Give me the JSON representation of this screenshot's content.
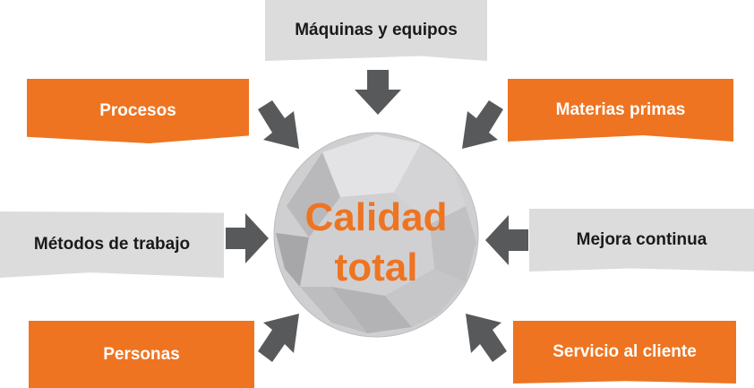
{
  "center": {
    "line1": "Calidad",
    "line2": "total"
  },
  "factors": {
    "maquinas": "Máquinas y equipos",
    "procesos": "Procesos",
    "materias": "Materias primas",
    "metodos": "Métodos de trabajo",
    "mejora": "Mejora continua",
    "personas": "Personas",
    "servicio": "Servicio al cliente"
  },
  "colors": {
    "orange": "#ee7421",
    "gray_box": "#dcdcdc",
    "arrow": "#58595b",
    "sphere": "#c9c9cb"
  }
}
